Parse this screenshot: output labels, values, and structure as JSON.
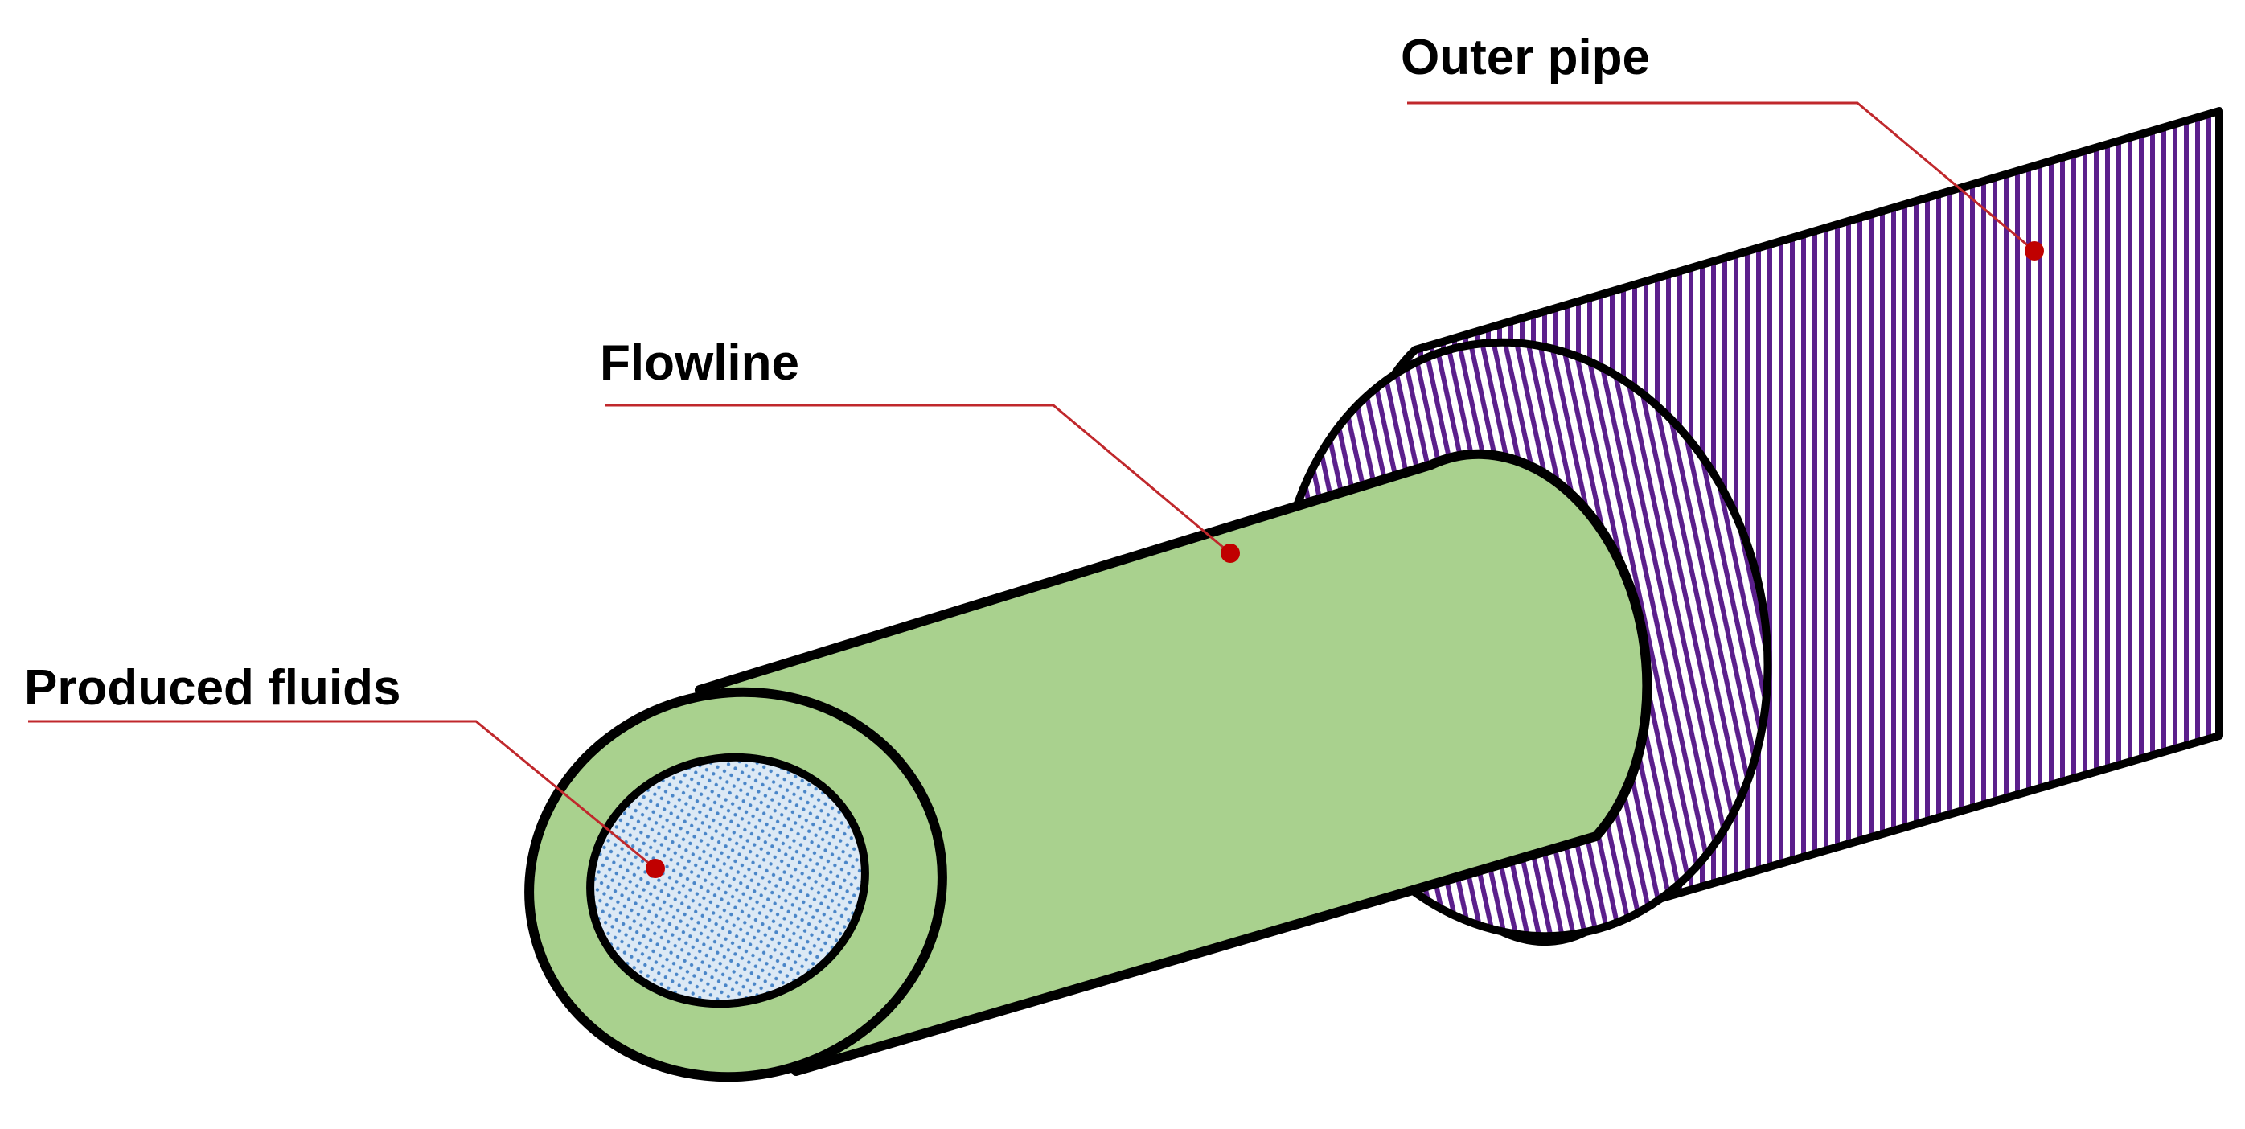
{
  "labels": {
    "outer_pipe": "Outer pipe",
    "flowline": "Flowline",
    "produced_fluids": "Produced fluids"
  },
  "colors": {
    "outer_pipe_hatch": "#5b1f8c",
    "flowline_fill": "#a9d18e",
    "fluid_fill": "#dce9f5",
    "fluid_dots": "#4a86c8",
    "leader_line": "#c0282c",
    "leader_dot": "#c00000",
    "outline": "#000000"
  }
}
